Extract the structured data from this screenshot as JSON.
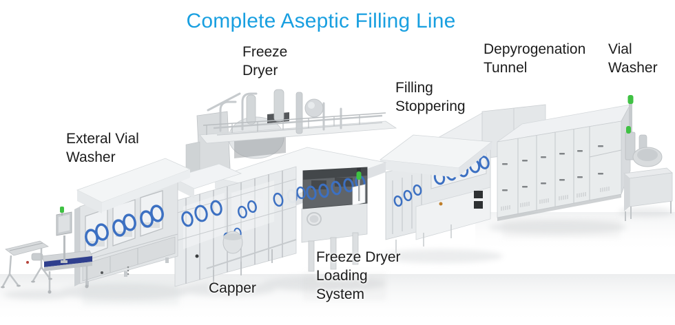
{
  "title": {
    "text": "Complete Aseptic Filling Line"
  },
  "labels": [
    {
      "id": "freeze-dryer",
      "text": "Freeze\nDryer"
    },
    {
      "id": "depyrogenation-tunnel",
      "text": "Depyrogenation\nTunnel"
    },
    {
      "id": "vial-washer",
      "text": "Vial\nWasher"
    },
    {
      "id": "filling-stoppering",
      "text": "Filling\nStoppering"
    },
    {
      "id": "external-vial-washer",
      "text": "Exteral Vial\nWasher"
    },
    {
      "id": "capper",
      "text": "Capper"
    },
    {
      "id": "freeze-dryer-loading-system",
      "text": "Freeze Dryer\nLoading\nSystem"
    }
  ],
  "colors": {
    "title": "#189FE0",
    "label_text": "#1C1C1C",
    "glove_port_blue": "#3C70C2",
    "conveyor_belt_blue": "#2F3F8E",
    "indicator_green": "#3FC143",
    "machine_gray": "#E5E8EA"
  }
}
